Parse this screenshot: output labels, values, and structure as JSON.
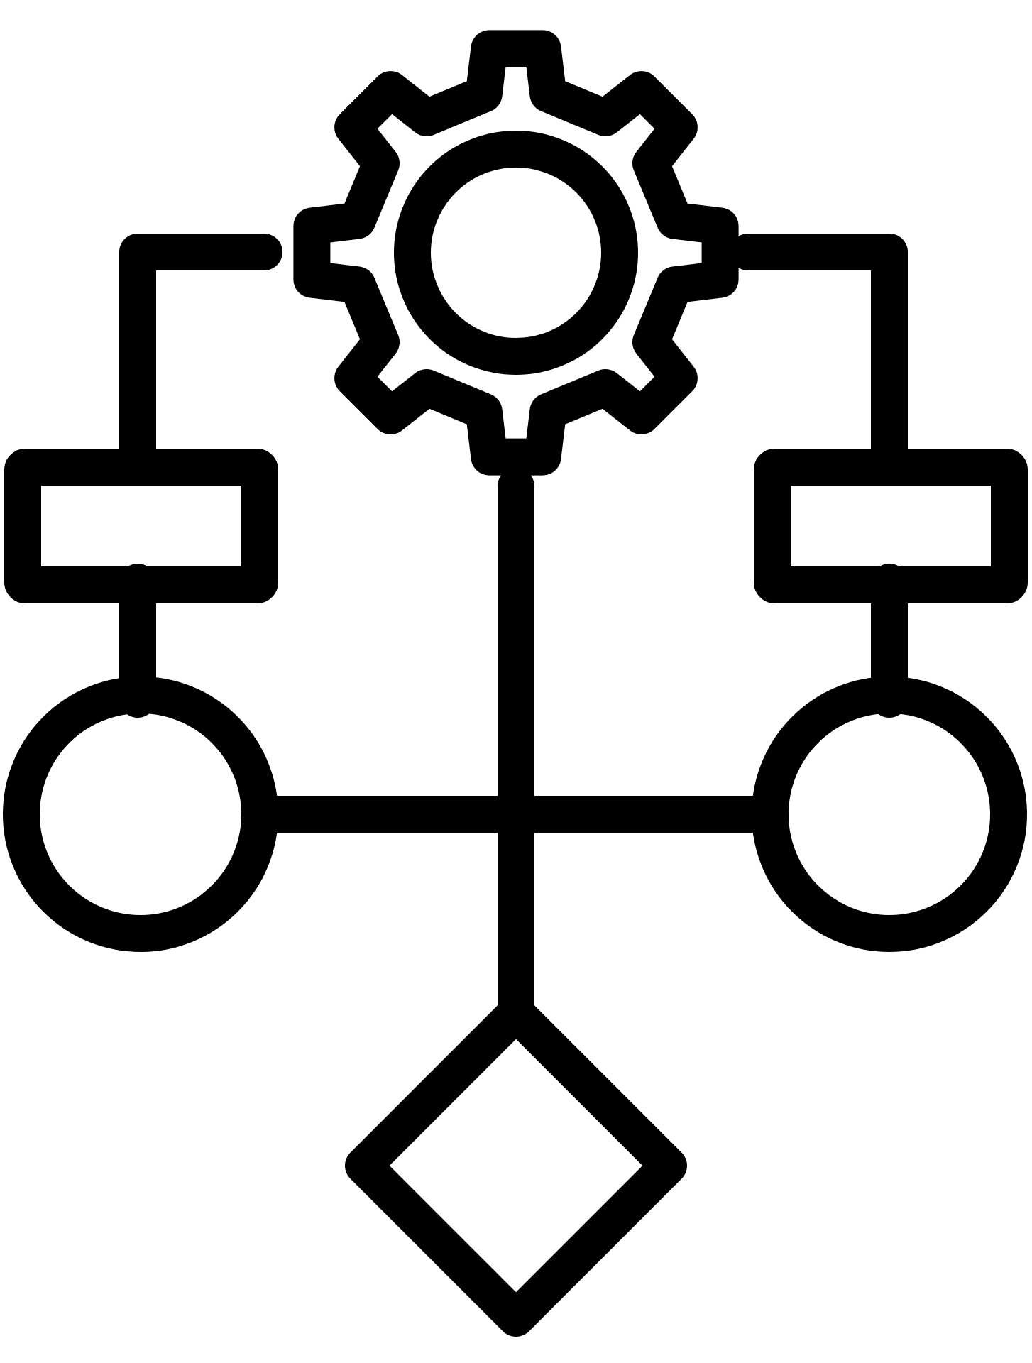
{
  "diagram": {
    "style": "black-outline-line-icon",
    "colors": {
      "stroke": "#000000",
      "background": "#ffffff"
    },
    "nodes": [
      {
        "id": "gear",
        "shape": "gear"
      },
      {
        "id": "left-box",
        "shape": "rectangle"
      },
      {
        "id": "right-box",
        "shape": "rectangle"
      },
      {
        "id": "left-circle",
        "shape": "circle"
      },
      {
        "id": "right-circle",
        "shape": "circle"
      },
      {
        "id": "diamond",
        "shape": "diamond"
      }
    ],
    "edges": [
      {
        "from": "gear",
        "to": "left-box"
      },
      {
        "from": "gear",
        "to": "right-box"
      },
      {
        "from": "left-box",
        "to": "left-circle"
      },
      {
        "from": "right-box",
        "to": "right-circle"
      },
      {
        "from": "gear",
        "to": "diamond"
      },
      {
        "from": "left-circle",
        "to": "right-circle"
      }
    ]
  }
}
